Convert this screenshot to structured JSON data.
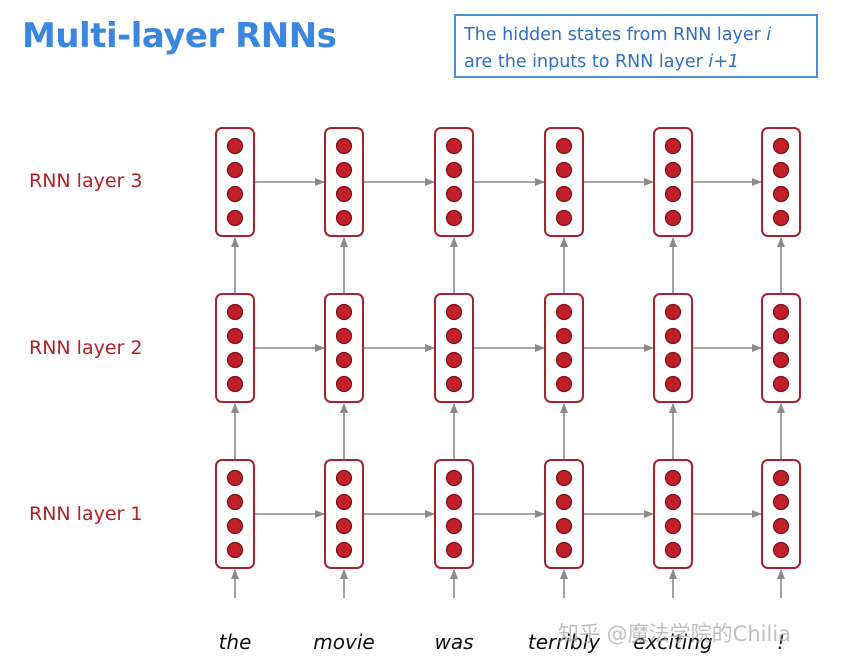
{
  "title": "Multi-layer RNNs",
  "note": {
    "line1_prefix": "The hidden states from RNN layer ",
    "line1_var": "i",
    "line2_prefix": "are the inputs to RNN layer ",
    "line2_var": "i+1"
  },
  "layers": [
    {
      "label": "RNN layer 3"
    },
    {
      "label": "RNN layer 2"
    },
    {
      "label": "RNN layer 1"
    }
  ],
  "words": [
    "the",
    "movie",
    "was",
    "terribly",
    "exciting",
    "!"
  ],
  "units_per_cell": 4,
  "watermark": "知乎 @魔法学院的Chilia",
  "colors": {
    "title": "#3b86e0",
    "note_border": "#4a8fd8",
    "note_text": "#2f6fc4",
    "cell_border": "#a8222d",
    "unit_fill": "#c11f2a",
    "layer_label": "#b21f24",
    "arrow": "#8a8a8a"
  }
}
